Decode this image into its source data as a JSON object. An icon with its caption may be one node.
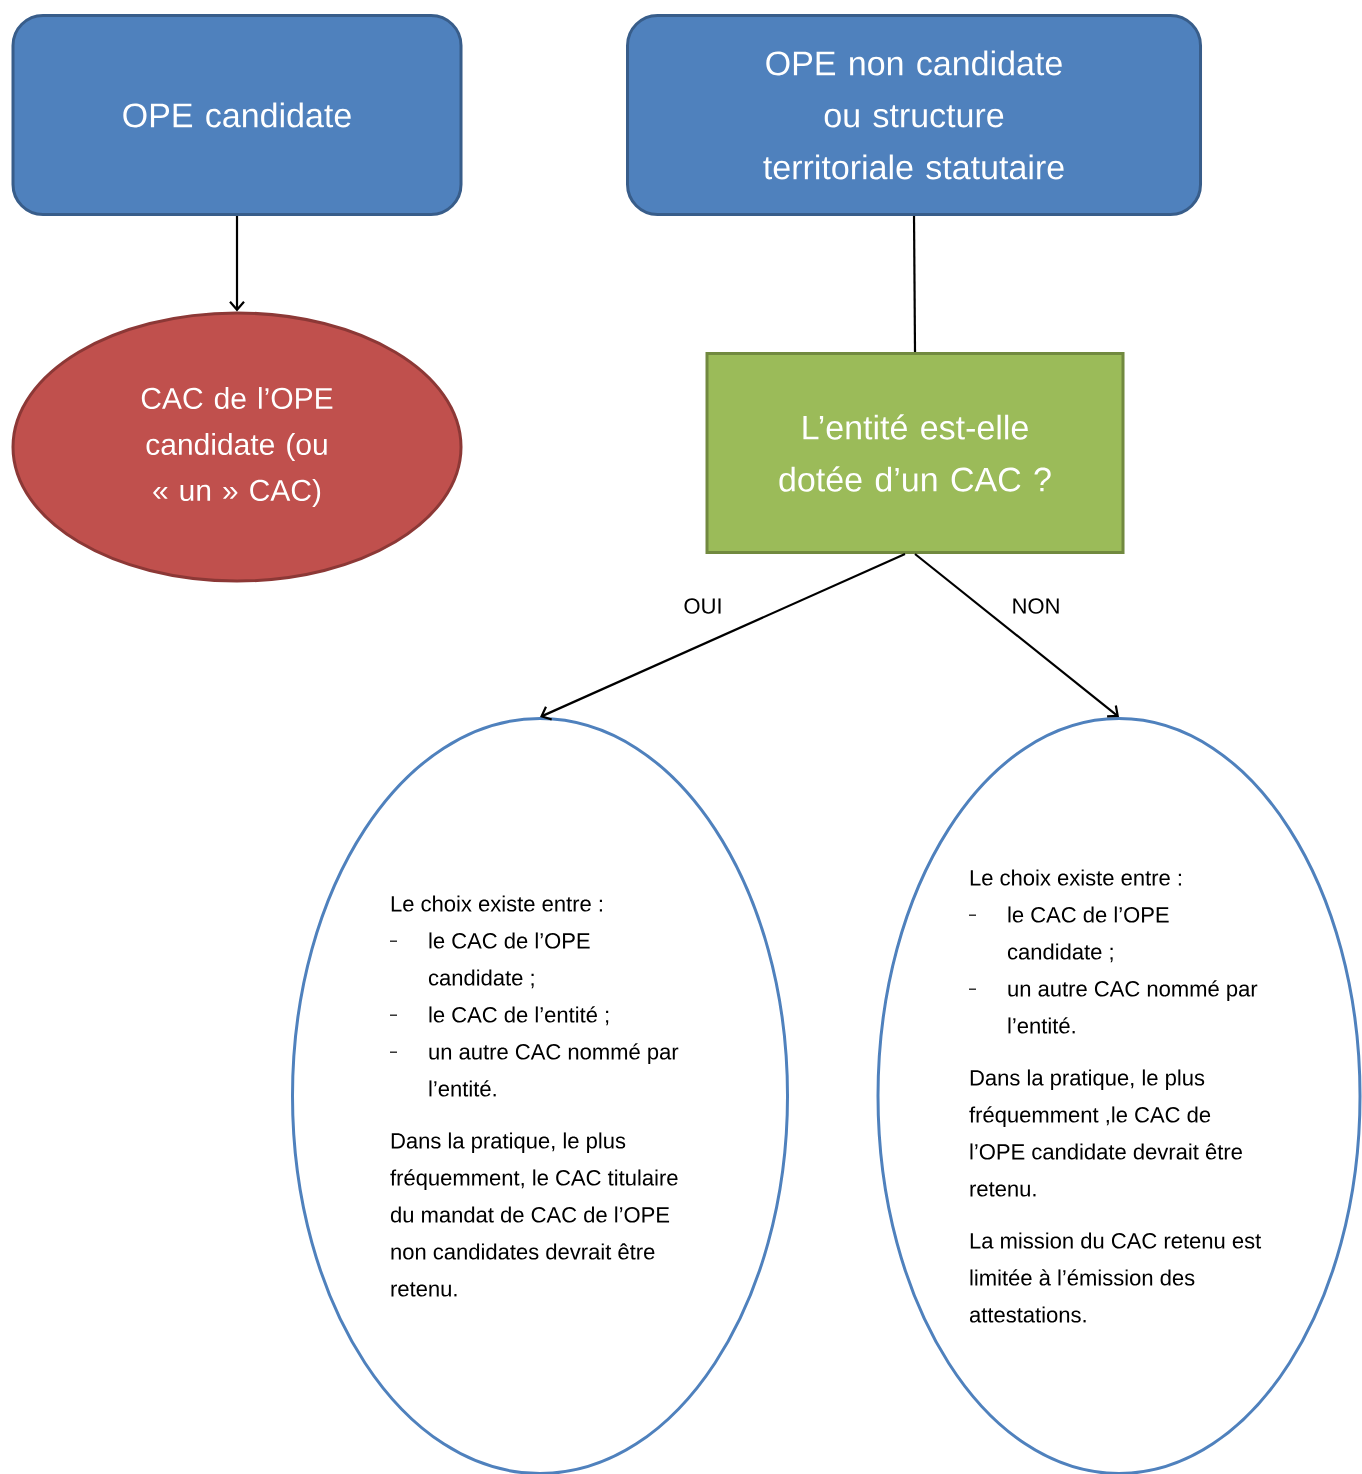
{
  "diagram": {
    "nodes": [
      {
        "text": [
          "OPE candidate"
        ]
      },
      {
        "text": [
          "OPE non candidate ou structure territoriale statutaire"
        ]
      },
      {
        "text": [
          "CAC de l’OPE candidate (ou « un » CAC)"
        ]
      },
      {
        "text": [
          "L’entité est-elle dotée d’un CAC ?"
        ]
      },
      {
        "text": [
          "Le choix existe entre :",
          "le CAC de l’OPE candidate ;",
          "le CAC de l’entité ;",
          "un autre CAC nommé par l’entité.",
          "Dans la pratique, le plus fréquemment, le CAC titulaire du mandat de CAC de l’OPE non candidates devrait être retenu."
        ]
      },
      {
        "text": [
          "Le choix existe entre :",
          "le CAC de l’OPE candidate ;",
          "un autre CAC nommé par l’entité.",
          "Dans la pratique, le plus fréquemment ,le CAC de l’OPE candidate devrait être retenu.",
          "La mission du CAC retenu est limitée à l’émission des attestations."
        ]
      }
    ],
    "edges": [
      {
        "from": 0,
        "to": 2,
        "arrow": "to"
      },
      {
        "from": 1,
        "to": 3,
        "arrow": "none"
      },
      {
        "from": 3,
        "to": 4,
        "arrow": "to",
        "label": "OUI"
      },
      {
        "from": 3,
        "to": 5,
        "arrow": "to",
        "label": "NON"
      }
    ]
  }
}
